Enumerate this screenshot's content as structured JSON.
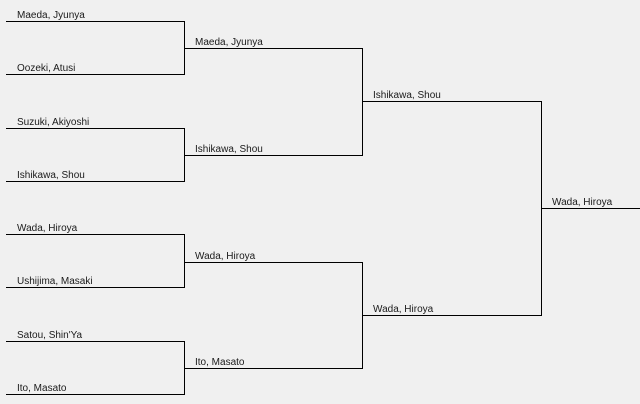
{
  "bracket": {
    "round1": [
      "Maeda, Jyunya",
      "Oozeki, Atusi",
      "Suzuki, Akiyoshi",
      "Ishikawa, Shou",
      "Wada, Hiroya",
      "Ushijima, Masaki",
      "Satou, Shin'Ya",
      "Ito, Masato"
    ],
    "round2": [
      "Maeda, Jyunya",
      "Ishikawa, Shou",
      "Wada, Hiroya",
      "Ito, Masato"
    ],
    "round3": [
      "Ishikawa, Shou",
      "Wada, Hiroya"
    ],
    "champion": "Wada, Hiroya"
  }
}
